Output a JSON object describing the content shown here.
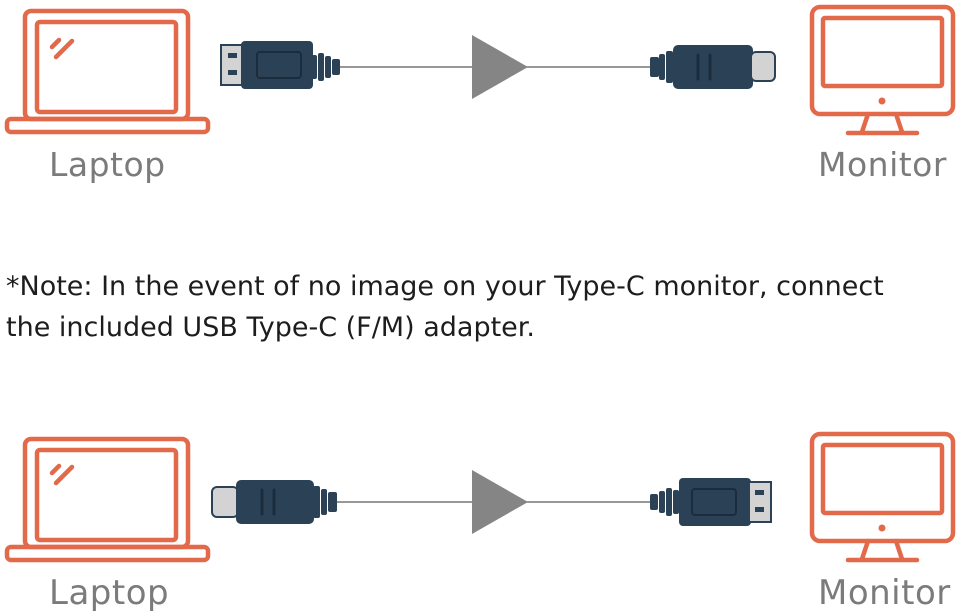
{
  "colors": {
    "device": "#e2694a",
    "cable": "#2b4256",
    "connector_metal": "#d3d3d3",
    "wire": "#777777",
    "arrow": "#858585",
    "label": "#7b7b7b",
    "note_text": "#1d1d1d"
  },
  "top": {
    "left_label": "Laptop",
    "right_label": "Monitor"
  },
  "note": {
    "line1": "*Note: In the event of no image on your Type-C monitor, connect",
    "line2": "the included USB Type-C (F/M) adapter."
  },
  "bottom": {
    "left_label": "Laptop",
    "right_label": "Monitor"
  }
}
